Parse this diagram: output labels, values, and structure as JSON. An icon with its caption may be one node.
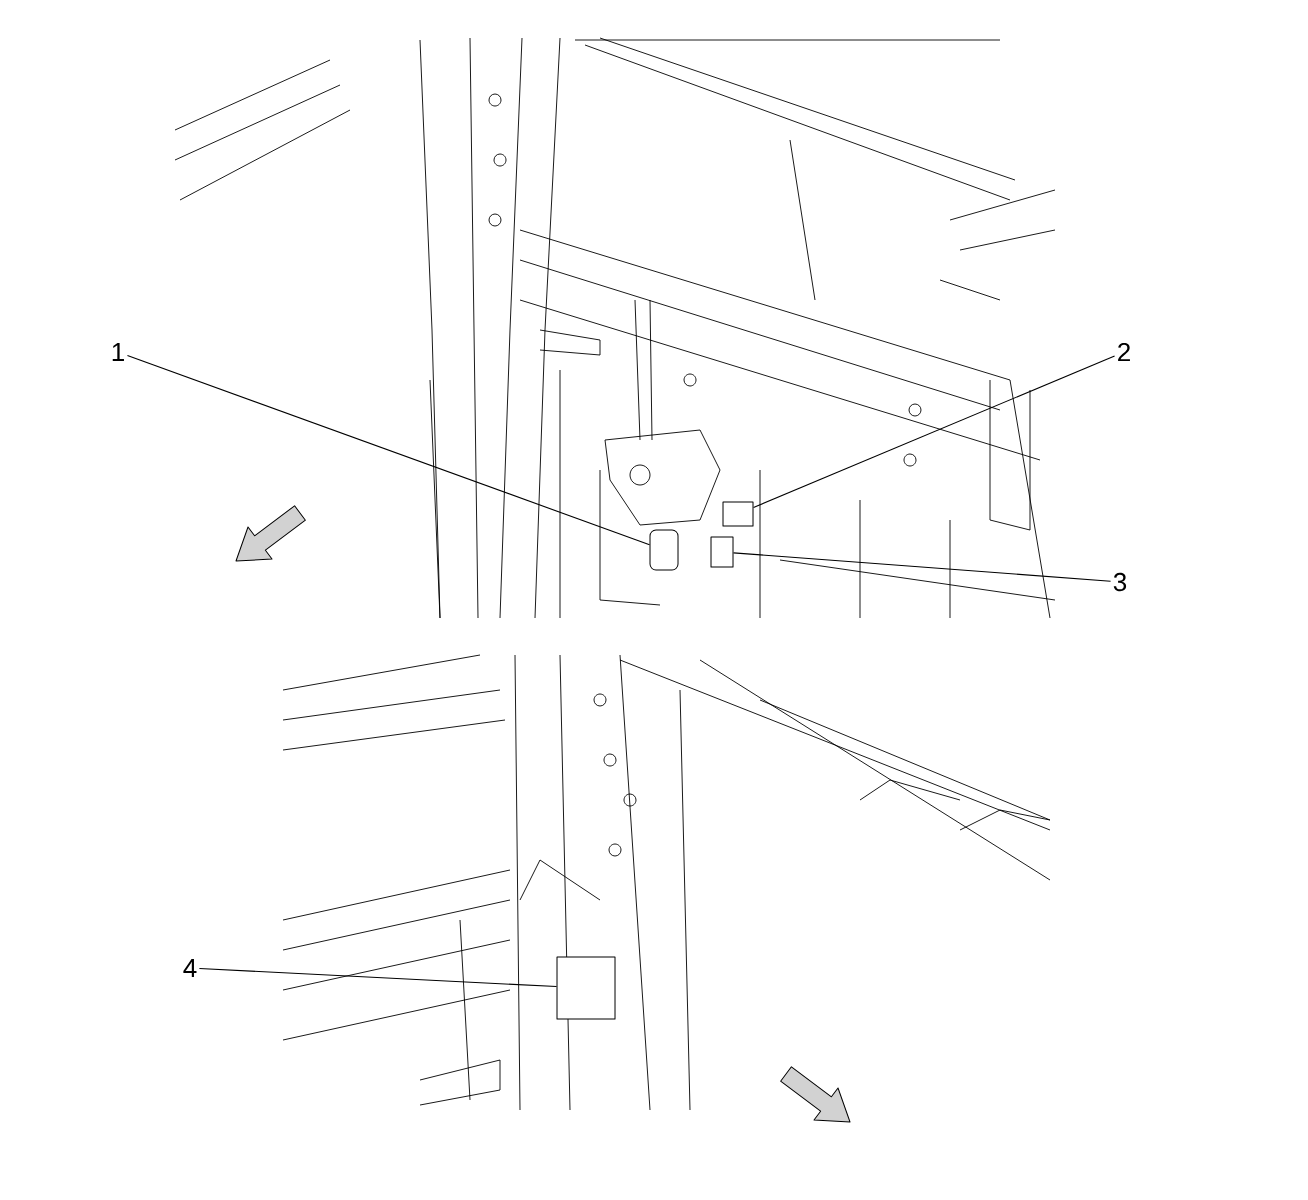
{
  "diagram": {
    "nodes": [
      {
        "text": [
          "1"
        ]
      },
      {
        "text": [
          "2"
        ]
      },
      {
        "text": [
          "3"
        ]
      },
      {
        "text": [
          "4"
        ]
      },
      {
        "text": [],
        "shape": "cylinder"
      },
      {
        "text": [],
        "shape": "box"
      },
      {
        "text": [],
        "shape": "box"
      },
      {
        "text": [],
        "shape": "box"
      }
    ],
    "edges": [
      {
        "from": 0,
        "to": 4,
        "arrow": "none"
      },
      {
        "from": 1,
        "to": 5,
        "arrow": "none"
      },
      {
        "from": 2,
        "to": 6,
        "arrow": "none"
      },
      {
        "from": 3,
        "to": 7,
        "arrow": "none"
      }
    ]
  }
}
